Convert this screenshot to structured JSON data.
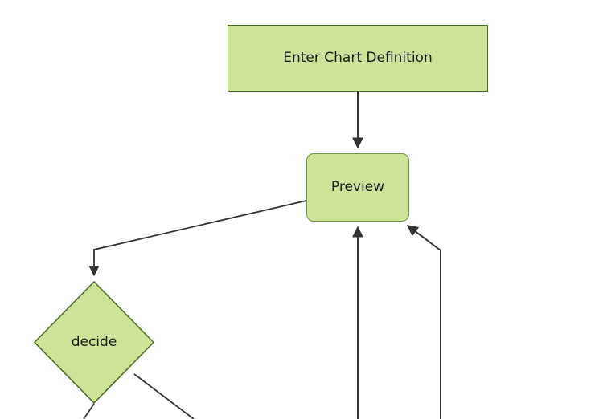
{
  "diagram": {
    "type": "flowchart",
    "direction": "top-down",
    "background_color": "#ffffff",
    "node_fill_color": "#cde498",
    "node_border_color": "#4d7026",
    "node_text_color": "#1a1a1a",
    "edge_color": "#333333",
    "nodes": [
      {
        "id": "enter-chart-definition",
        "label": "Enter Chart Definition",
        "shape": "rectangle"
      },
      {
        "id": "preview",
        "label": "Preview",
        "shape": "rounded-rectangle"
      },
      {
        "id": "decide",
        "label": "decide",
        "shape": "diamond"
      }
    ],
    "edges": [
      {
        "from": "enter-chart-definition",
        "to": "preview",
        "label": "",
        "arrow": "end"
      },
      {
        "from": "preview",
        "to": "decide",
        "label": "",
        "arrow": "end"
      },
      {
        "from": "offscreen-bottom-center",
        "to": "preview",
        "label": "",
        "arrow": "end"
      },
      {
        "from": "offscreen-bottom-right",
        "to": "preview",
        "label": "",
        "arrow": "end"
      },
      {
        "from": "decide",
        "to": "offscreen-bottom-left",
        "label": "",
        "arrow": "none"
      },
      {
        "from": "decide",
        "to": "offscreen-bottom-right",
        "label": "",
        "arrow": "none"
      }
    ]
  }
}
